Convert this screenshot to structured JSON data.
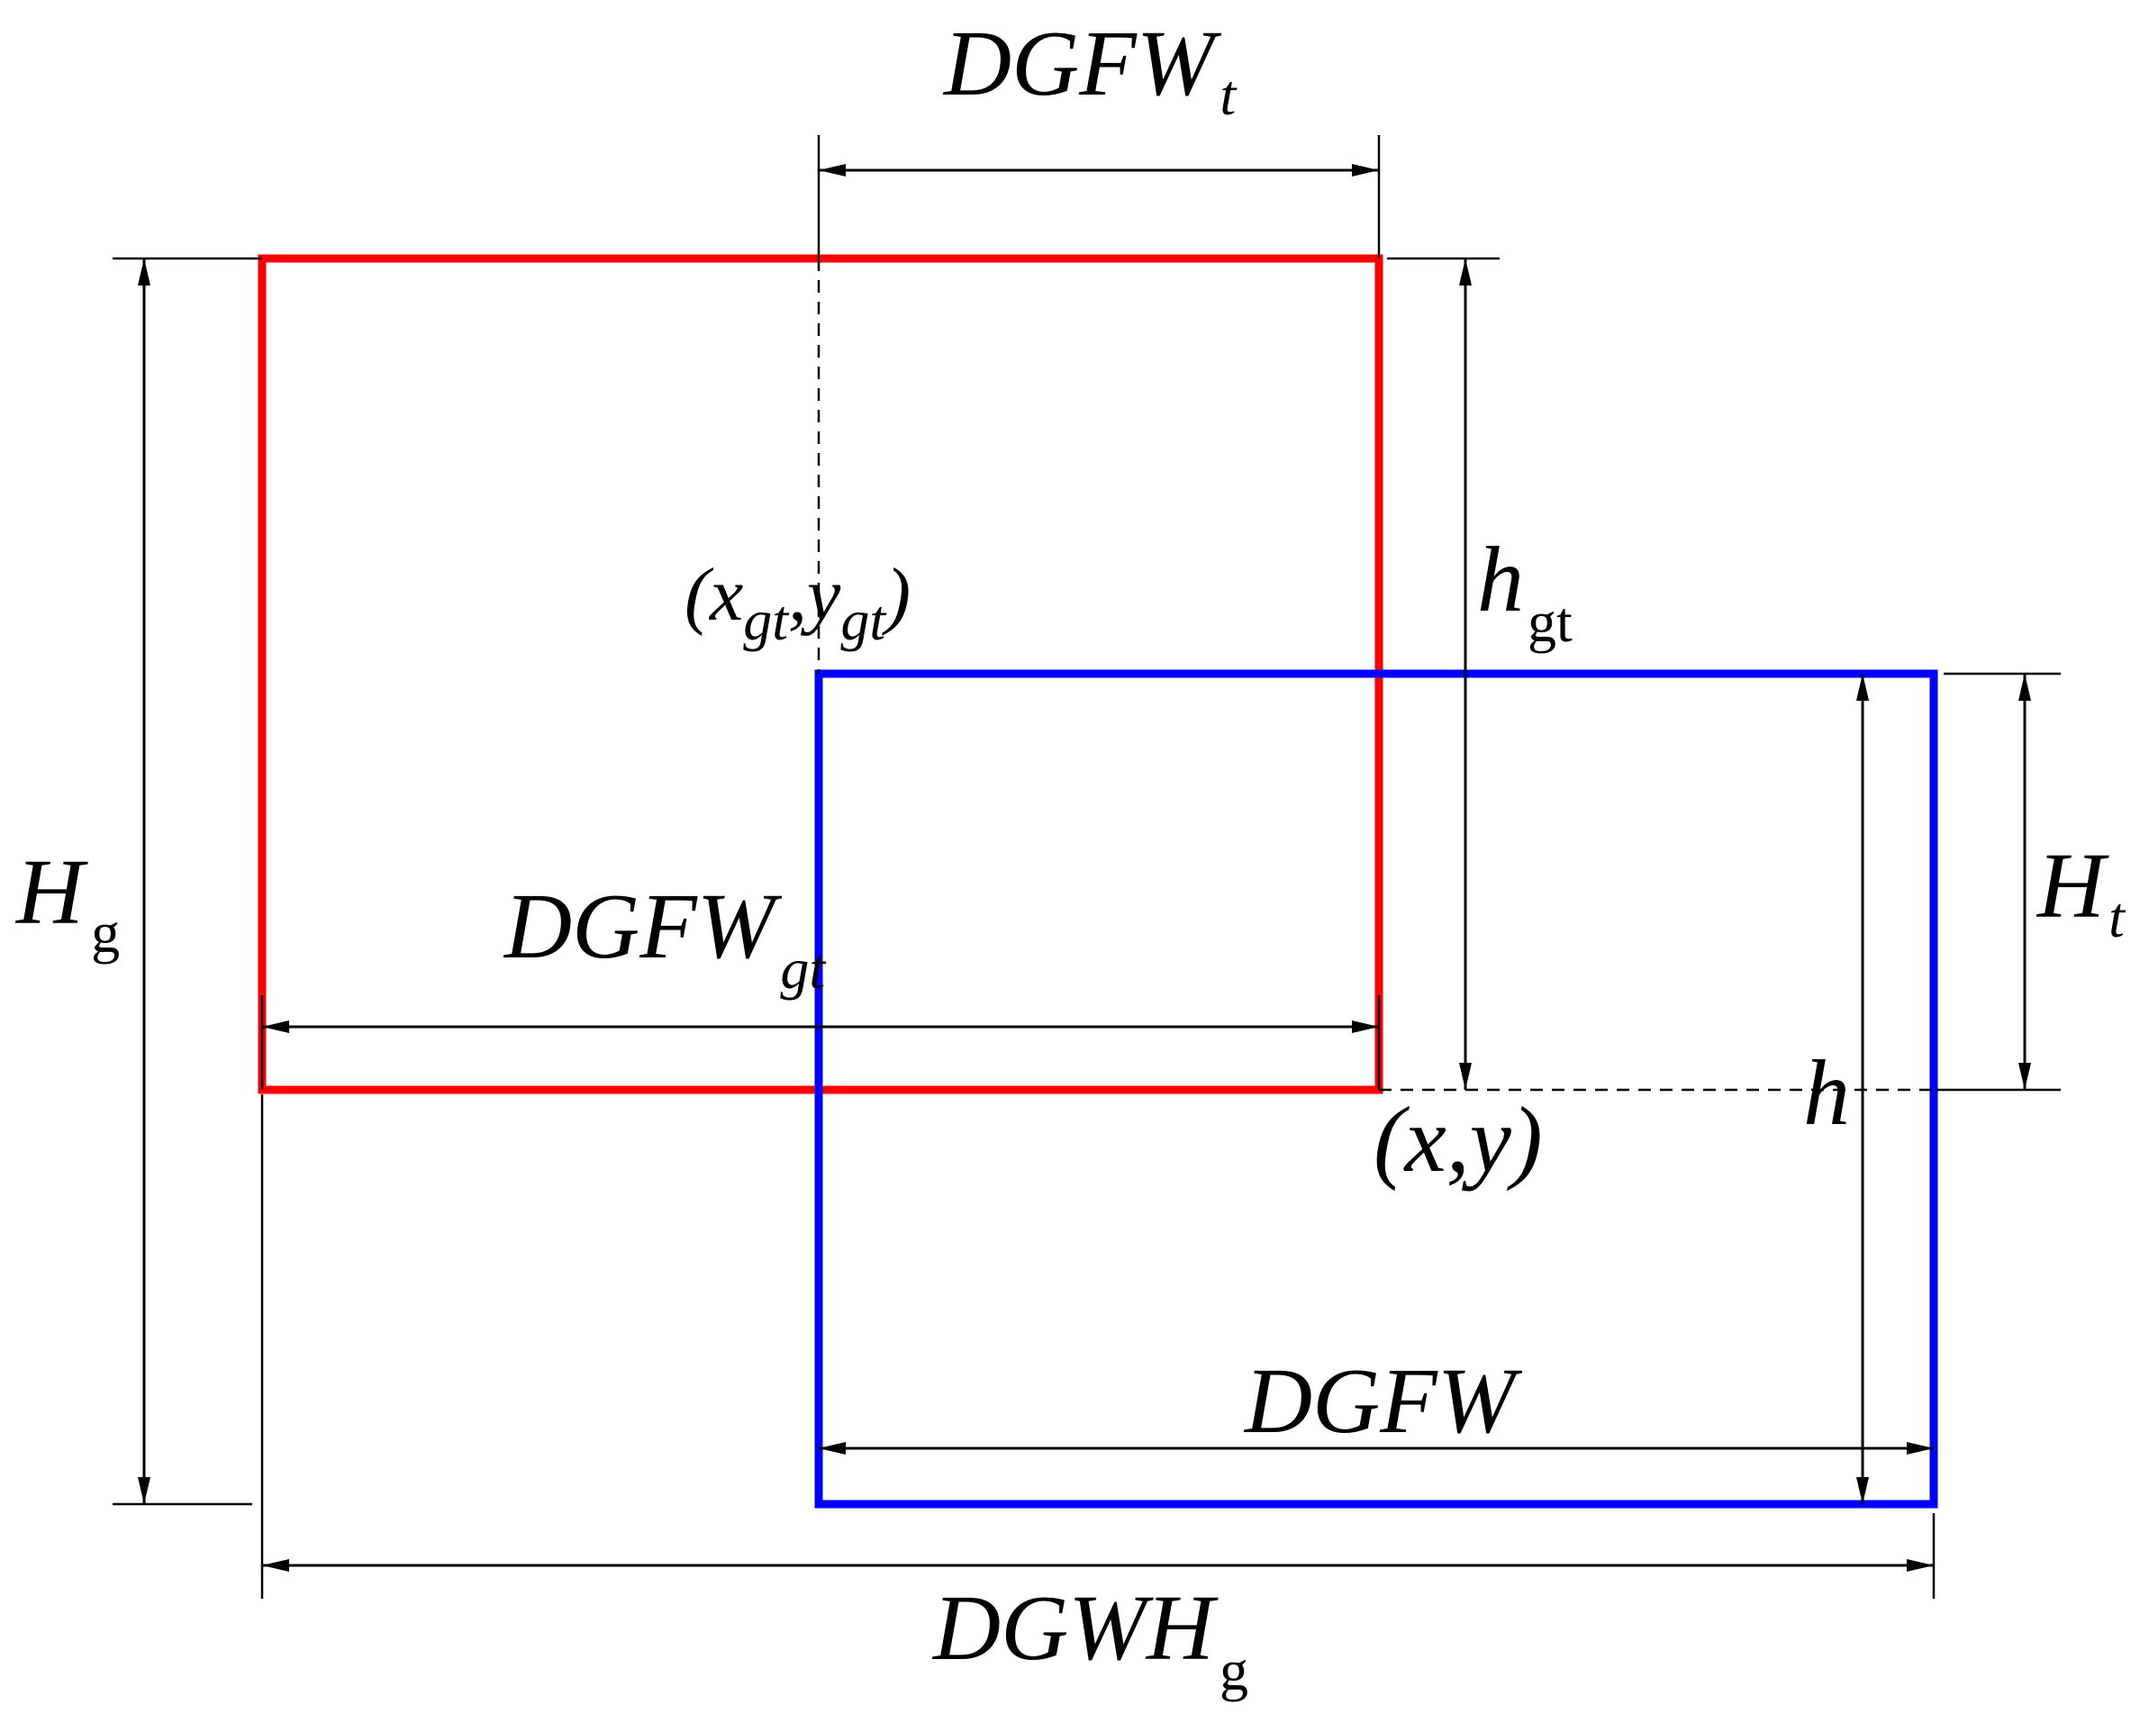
{
  "colors": {
    "box_gt": "#ff0000",
    "box_pred": "#0000ff",
    "dimension": "#000000"
  },
  "labels": {
    "dgfw_t": {
      "main": "DGFW",
      "sub": "t"
    },
    "h_gt": {
      "main": "h",
      "sub": "gt"
    },
    "xy_gt": {
      "open": "(x",
      "sub1": "gt",
      "comma": ",y",
      "sub2": "gt",
      "close": ")"
    },
    "h_g": {
      "main": "H",
      "sub": "g"
    },
    "dgfw_gt": {
      "main": "DGFW",
      "sub": "gt"
    },
    "h_t": {
      "main": "H",
      "sub": "t"
    },
    "h": {
      "main": "h"
    },
    "xy": {
      "text": "(x,y)"
    },
    "dgfw": {
      "main": "DGFW"
    },
    "dgwh_g": {
      "main": "DGWH",
      "sub": "g"
    }
  }
}
